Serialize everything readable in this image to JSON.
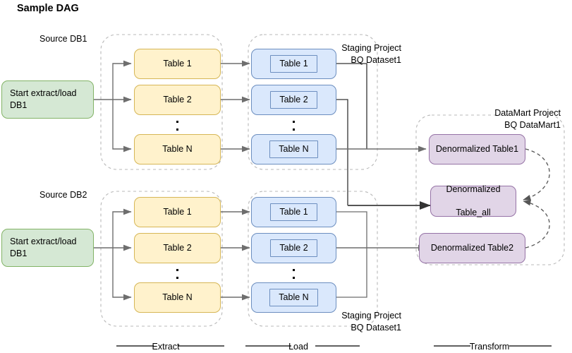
{
  "title": "Sample DAG",
  "colors": {
    "yellow_fill": "#fff2cc",
    "yellow_stroke": "#d6b656",
    "blue_fill": "#dae8fc",
    "blue_stroke": "#6c8ebf",
    "green_fill": "#d5e8d4",
    "green_stroke": "#82b366",
    "purple_fill": "#e1d5e7",
    "purple_stroke": "#9673a6",
    "edge": "#6e6e6e",
    "container_dash": "#b3b3b3",
    "text": "#000000"
  },
  "labels": {
    "source_db1": "Source DB1",
    "source_db2": "Source DB2",
    "staging_top": "Staging Project\nBQ Dataset1",
    "staging_bottom": "Staging Project\nBQ Dataset1",
    "datamart": "DataMart Project\nBQ DataMart1"
  },
  "phases": [
    {
      "name": "extract",
      "label": "Extract"
    },
    {
      "name": "load",
      "label": "Load"
    },
    {
      "name": "transform",
      "label": "Transform"
    }
  ],
  "start_nodes": [
    {
      "id": "start-db1-top",
      "label": "Start extract/load\nDB1"
    },
    {
      "id": "start-db1-bottom",
      "label": "Start extract/load\nDB1"
    }
  ],
  "extract_top": [
    {
      "label": "Table 1"
    },
    {
      "label": "Table 2"
    },
    {
      "label": "Table N"
    }
  ],
  "extract_bottom": [
    {
      "label": "Table 1"
    },
    {
      "label": "Table 2"
    },
    {
      "label": "Table N"
    }
  ],
  "load_top": [
    {
      "label": "Table 1"
    },
    {
      "label": "Table 2"
    },
    {
      "label": "Table N"
    }
  ],
  "load_bottom": [
    {
      "label": "Table 1"
    },
    {
      "label": "Table 2"
    },
    {
      "label": "Table N"
    }
  ],
  "transform_nodes": [
    {
      "id": "denorm-table1",
      "label": "Denormalized Table1"
    },
    {
      "id": "denorm-table-all",
      "label": "Denormalized\n\nTable_all"
    },
    {
      "id": "denorm-table2",
      "label": "Denormalized Table2"
    }
  ]
}
